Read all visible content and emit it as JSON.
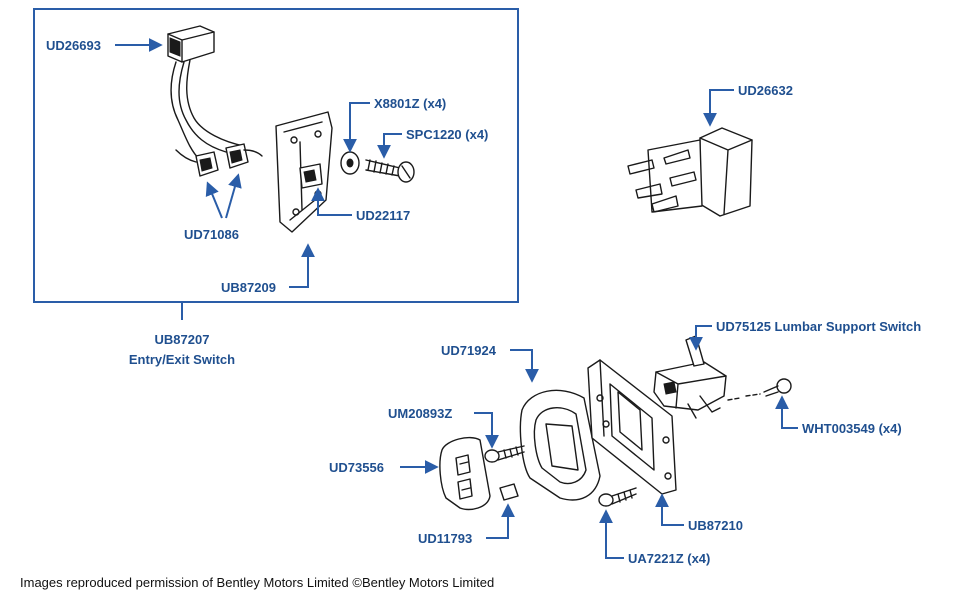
{
  "colors": {
    "accent": "#2a5da8",
    "label": "#1f4f8f",
    "line_art": "#1a1a1a"
  },
  "labels": {
    "ud26693": "UD26693",
    "x8801z": "X8801Z (x4)",
    "spc1220": "SPC1220 (x4)",
    "ud22117": "UD22117",
    "ud71086": "UD71086",
    "ub87209": "UB87209",
    "ub87207": "UB87207",
    "entry_exit": "Entry/Exit Switch",
    "ud26632": "UD26632",
    "ud75125": "UD75125 Lumbar Support Switch",
    "ud71924": "UD71924",
    "um20893z": "UM20893Z",
    "ud73556": "UD73556",
    "wht003549": "WHT003549 (x4)",
    "ub87210": "UB87210",
    "ud11793": "UD11793",
    "ua7221z": "UA7221Z (x4)"
  },
  "footer": {
    "copyright": "Images reproduced permission of Bentley Motors Limited ©Bentley Motors Limited"
  }
}
